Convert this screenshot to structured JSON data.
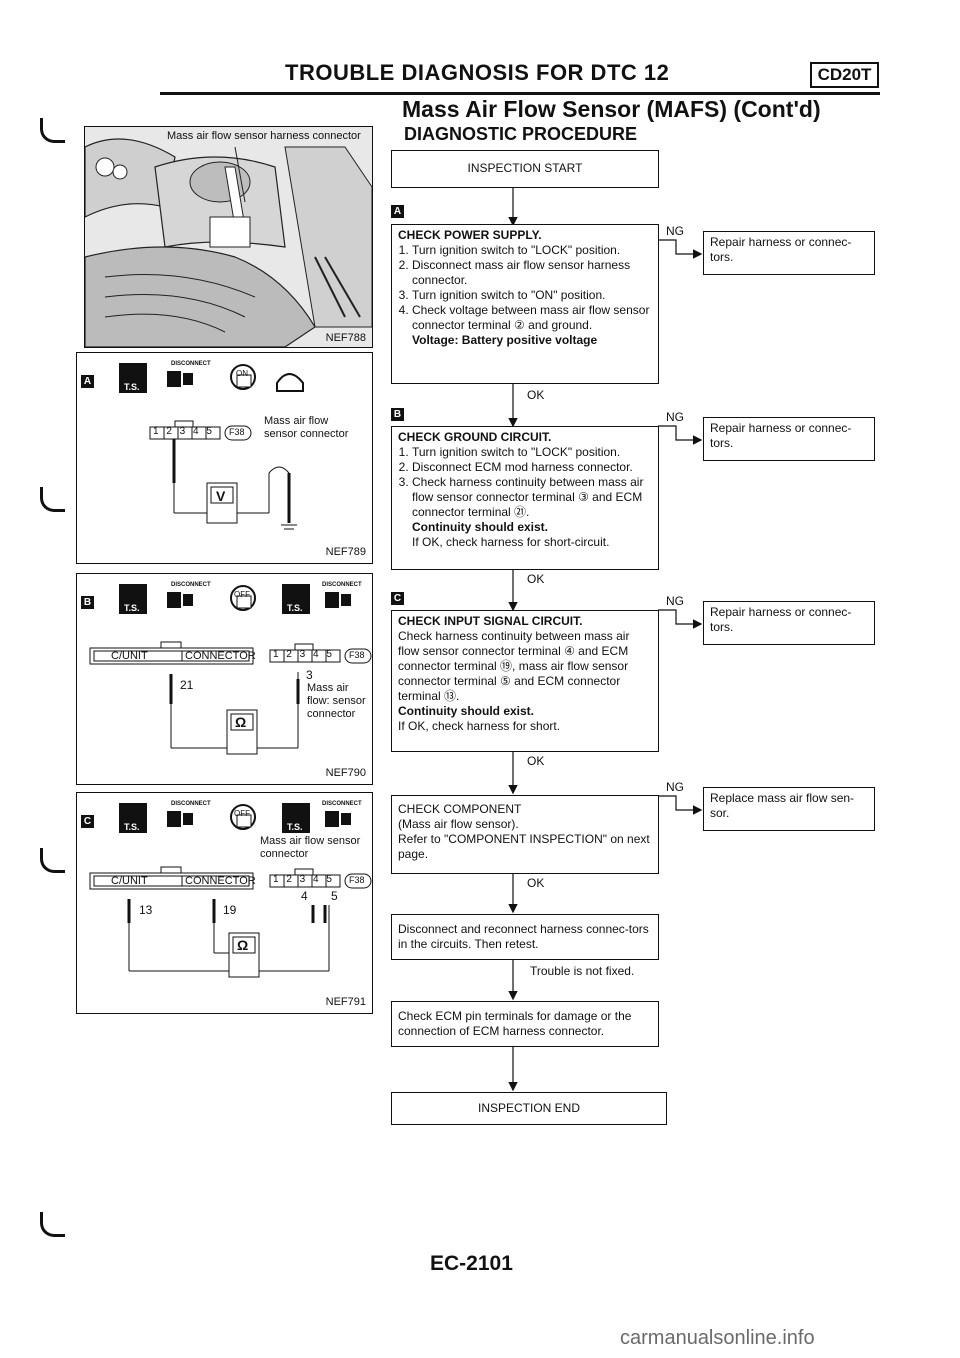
{
  "header": {
    "title": "TROUBLE DIAGNOSIS FOR DTC 12",
    "engine_code": "CD20T",
    "subtitle": "Mass Air Flow Sensor (MAFS) (Cont'd)",
    "section": "DIAGNOSTIC PROCEDURE"
  },
  "figures": {
    "photo": {
      "label": "Mass air flow sensor harness connector",
      "ref": "NEF788"
    },
    "fig_a": {
      "letter": "A",
      "disconnect": "DISCONNECT",
      "on": "ON",
      "pins": "1 2 3 4 5",
      "connector_id": "F38",
      "sensor_label_1": "Mass air flow",
      "sensor_label_2": "sensor connector",
      "meter": "V",
      "ref": "NEF789"
    },
    "fig_b": {
      "letter": "B",
      "disconnect_1": "DISCONNECT",
      "disconnect_2": "DISCONNECT",
      "off": "OFF",
      "cunit": "C/UNIT",
      "connector": "CONNECTOR",
      "pins": "1 2 3 4 5",
      "connector_id": "F38",
      "terminal_ecm": "21",
      "terminal_sensor": "3",
      "sensor_label_1": "Mass air",
      "sensor_label_2": "flow: sensor",
      "sensor_label_3": "connector",
      "meter": "Ω",
      "ref": "NEF790"
    },
    "fig_c": {
      "letter": "C",
      "disconnect_1": "DISCONNECT",
      "disconnect_2": "DISCONNECT",
      "off": "OFF",
      "sensor_label_1": "Mass air flow sensor",
      "sensor_label_2": "connector",
      "cunit": "C/UNIT",
      "connector": "CONNECTOR",
      "pins": "1 2 3 4 5",
      "connector_id": "F38",
      "t13": "13",
      "t19": "19",
      "t4": "4",
      "t5": "5",
      "meter": "Ω",
      "ref": "NEF791"
    }
  },
  "flow": {
    "start": "INSPECTION START",
    "end": "INSPECTION END",
    "ok": "OK",
    "ng": "NG",
    "step_a": {
      "letter": "A",
      "heading": "CHECK POWER SUPPLY.",
      "items": [
        "Turn ignition switch to \"LOCK\" position.",
        "Disconnect mass air flow sensor harness connector.",
        "Turn ignition switch to \"ON\" position.",
        "Check voltage between mass air flow sensor connector terminal ② and ground."
      ],
      "result": "Voltage: Battery positive voltage",
      "ng_action": "Repair harness or connec-tors."
    },
    "step_b": {
      "letter": "B",
      "heading": "CHECK GROUND CIRCUIT.",
      "items": [
        "Turn ignition switch to \"LOCK\" position.",
        "Disconnect ECM mod harness connector.",
        "Check harness continuity between mass air flow sensor connector terminal ③ and ECM connector terminal ㉑."
      ],
      "result": "Continuity should exist.",
      "note": "If OK, check harness for short-circuit.",
      "ng_action": "Repair harness or connec-tors."
    },
    "step_c": {
      "letter": "C",
      "heading": "CHECK INPUT SIGNAL CIRCUIT.",
      "text": "Check harness continuity between mass air flow sensor connector terminal ④ and ECM connector terminal ⑲, mass air flow sensor connector terminal ⑤ and ECM connector terminal ⑬.",
      "result": "Continuity should exist.",
      "note": "If OK, check harness for short.",
      "ng_action": "Repair harness or connec-tors."
    },
    "step_d": {
      "heading": "CHECK COMPONENT",
      "text_1": "(Mass air flow sensor).",
      "text_2": "Refer to \"COMPONENT INSPECTION\" on next page.",
      "ng_action": "Replace mass air flow sen-sor."
    },
    "step_e": {
      "text": "Disconnect and reconnect harness connec-tors in the circuits. Then retest.",
      "label_after": "Trouble is not fixed."
    },
    "step_f": {
      "text": "Check ECM pin terminals for damage or the connection of ECM harness connector."
    }
  },
  "footer": {
    "page": "EC-2101",
    "watermark": "carmanualsonline.info"
  }
}
